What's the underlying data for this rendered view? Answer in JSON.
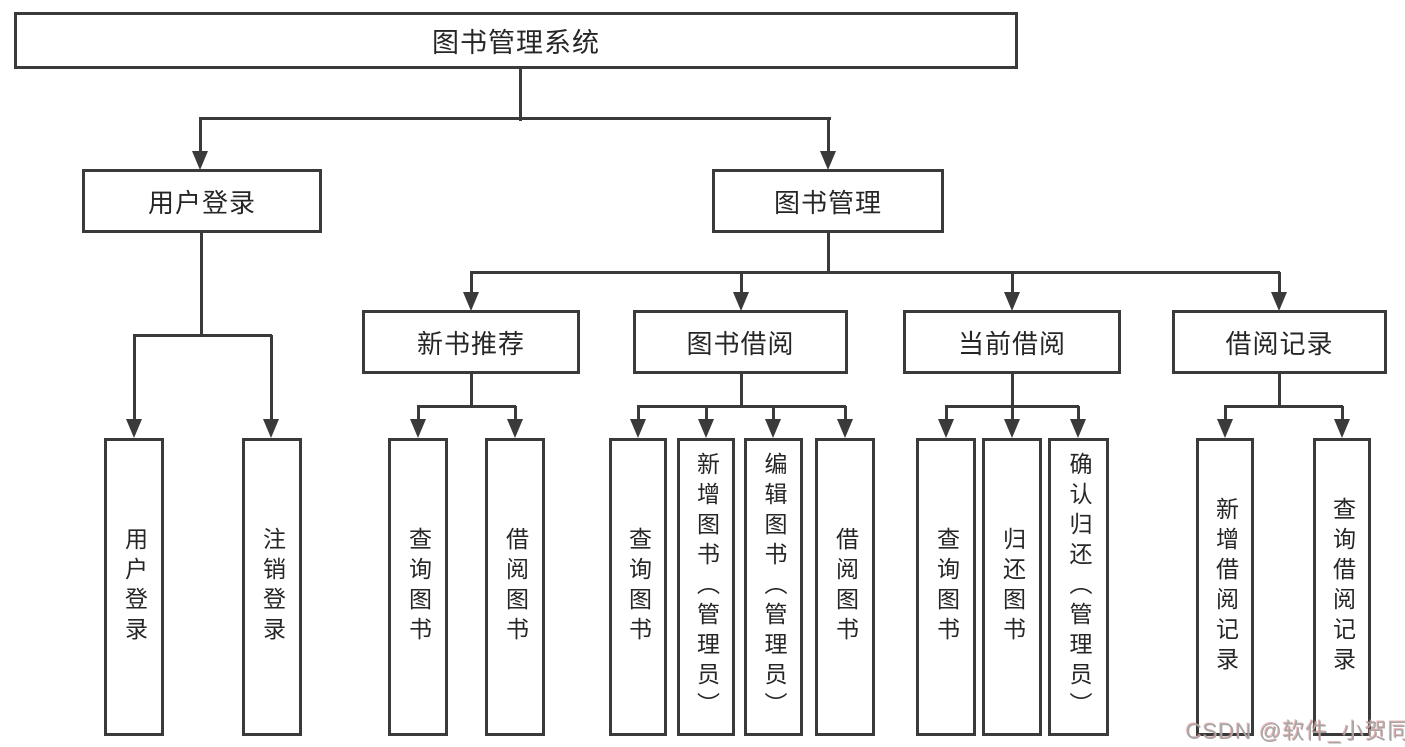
{
  "diagram": {
    "root": {
      "label": "图书管理系统"
    },
    "level2": {
      "user_login": {
        "label": "用户登录"
      },
      "book_mgmt": {
        "label": "图书管理"
      }
    },
    "level3": {
      "new_books": {
        "label": "新书推荐"
      },
      "borrowing": {
        "label": "图书借阅"
      },
      "current": {
        "label": "当前借阅"
      },
      "records": {
        "label": "借阅记录"
      }
    },
    "leaves": {
      "user_login": {
        "label": "用户登录"
      },
      "logout": {
        "label": "注销登录"
      },
      "nb_query": {
        "label": "查询图书"
      },
      "nb_borrow": {
        "label": "借阅图书"
      },
      "bb_query": {
        "label": "查询图书"
      },
      "bb_add": {
        "label": "新增图书（管理员）"
      },
      "bb_edit": {
        "label": "编辑图书（管理员）"
      },
      "bb_borrow": {
        "label": "借阅图书"
      },
      "cb_query": {
        "label": "查询图书"
      },
      "cb_return": {
        "label": "归还图书"
      },
      "cb_confirm": {
        "label": "确认归还（管理员）"
      },
      "br_add": {
        "label": "新增借阅记录"
      },
      "br_query": {
        "label": "查询借阅记录"
      }
    }
  },
  "watermark": {
    "text": "CSDN @软件_小贺同学"
  },
  "colors": {
    "line": "#3a3a3a",
    "text": "#262626",
    "background": "#ffffff",
    "watermark": "#a6a6a6"
  }
}
